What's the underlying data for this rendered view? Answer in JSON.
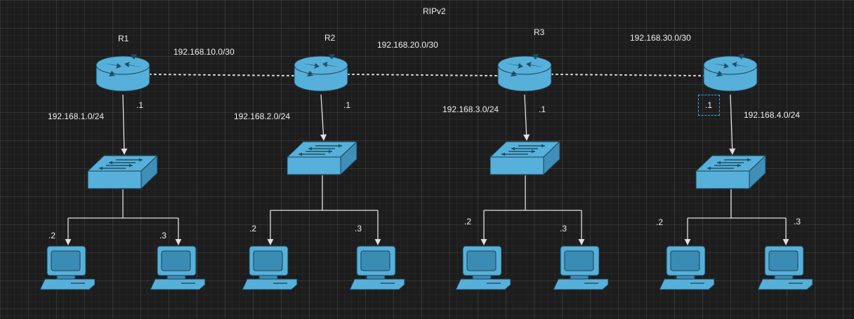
{
  "diagram": {
    "title": "RIPv2",
    "colors": {
      "device": "#57b0d9",
      "device_dark": "#1d4f66",
      "device_side": "#3f8fb8",
      "line": "#e0e0e0",
      "selection": "#29b6f2"
    },
    "routers": [
      {
        "id": "r1",
        "label": "R1"
      },
      {
        "id": "r2",
        "label": "R2"
      },
      {
        "id": "r3",
        "label": "R3"
      },
      {
        "id": "r4",
        "label": ""
      }
    ],
    "wan_links": [
      {
        "network": "192.168.10.0/30"
      },
      {
        "network": "192.168.20.0/30"
      },
      {
        "network": "192.168.30.0/30"
      }
    ],
    "lans": [
      {
        "network": "192.168.1.0/24",
        "gateway": ".1",
        "hosts": [
          ".2",
          ".3"
        ]
      },
      {
        "network": "192.168.2.0/24",
        "gateway": ".1",
        "hosts": [
          ".2",
          ".3"
        ]
      },
      {
        "network": "192.168.3.0/24",
        "gateway": ".1",
        "hosts": [
          ".2",
          ".3"
        ]
      },
      {
        "network": "192.168.4.0/24",
        "gateway": ".1",
        "hosts": [
          ".2",
          ".3"
        ]
      }
    ]
  }
}
